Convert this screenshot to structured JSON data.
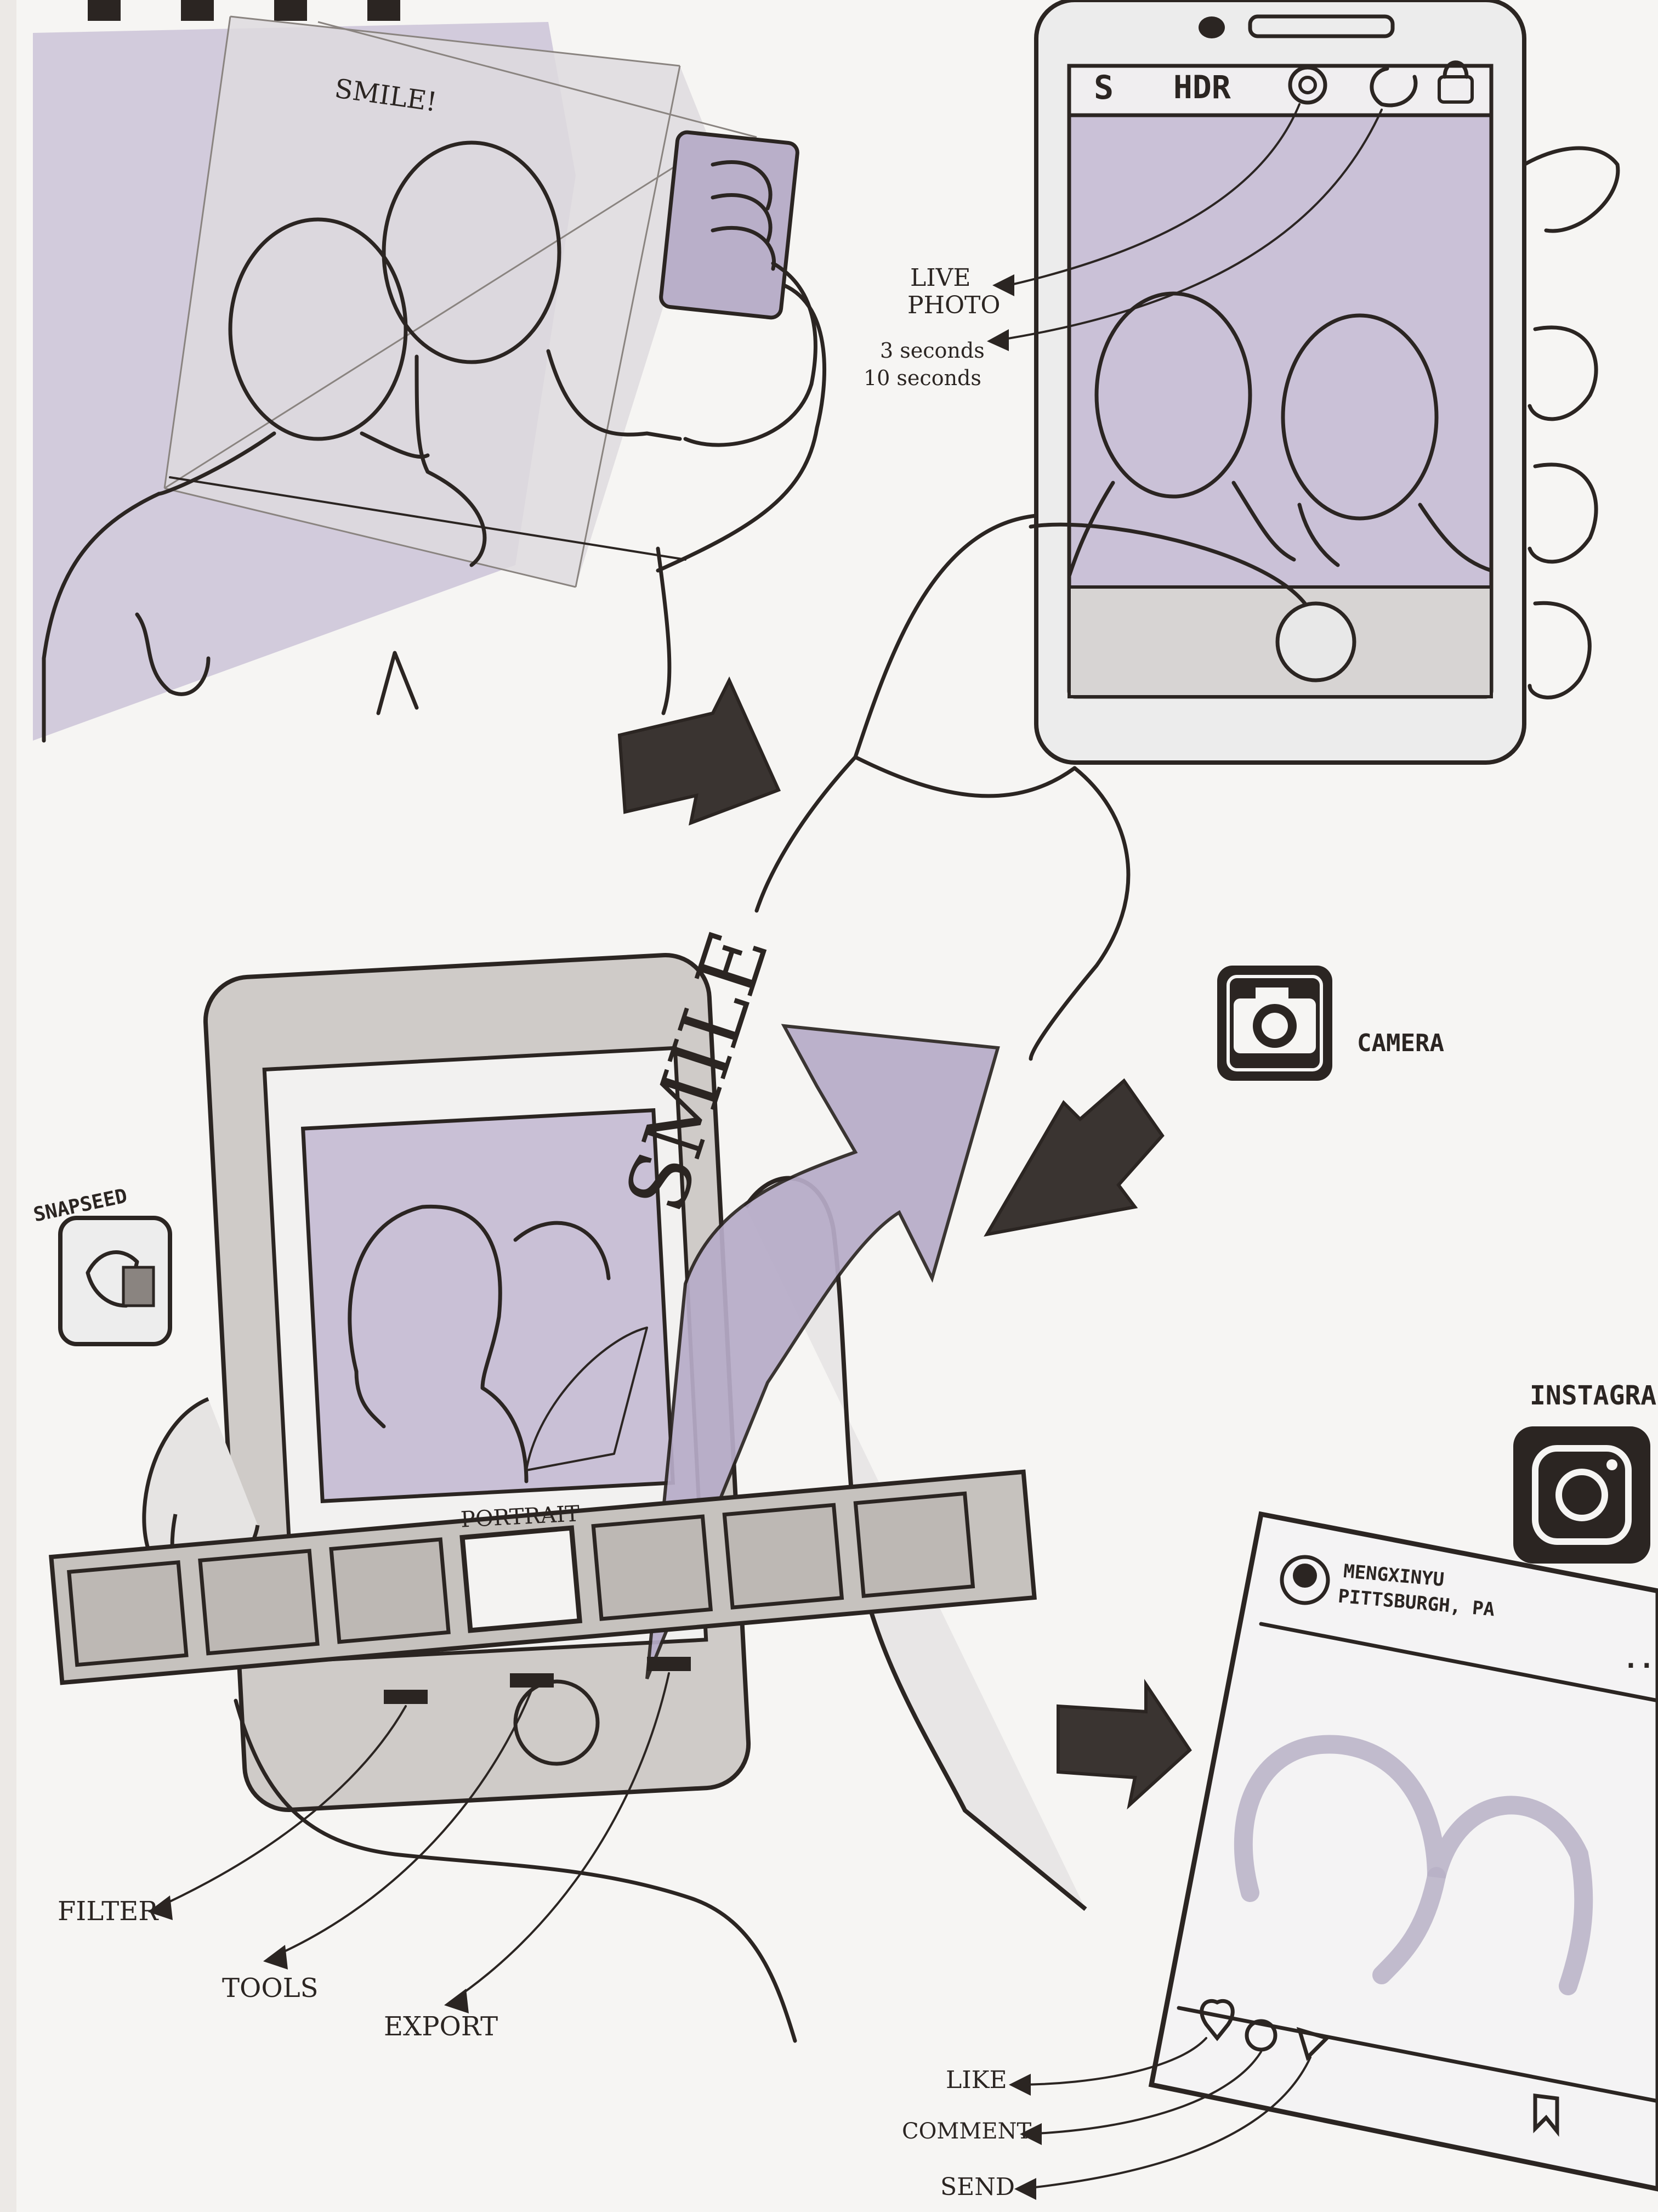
{
  "scene_selfie": {
    "caption": "SMILE!"
  },
  "camera_screen": {
    "top_bar": {
      "flash_glyph": "S",
      "hdr": "HDR"
    },
    "callout_live_photo": [
      "LIVE",
      "PHOTO"
    ],
    "callout_timer": [
      "3 seconds",
      "10 seconds"
    ]
  },
  "apps": {
    "camera": "CAMERA",
    "snapseed": "SNAPSEED",
    "instagram": "INSTAGRA"
  },
  "snapseed_screen": {
    "selected_filter": "PORTRAIT",
    "arrow_text": "SMILE",
    "callouts": [
      "FILTER",
      "TOOLS",
      "EXPORT"
    ]
  },
  "instagram_post": {
    "username": "MENGXINYU",
    "location": "PITTSBURGH, PA",
    "more": "...",
    "callouts": [
      "LIKE",
      "COMMENT",
      "SEND"
    ]
  },
  "colors": {
    "ink": "#2b2522",
    "wash": "#c9c0d6",
    "gray_wash": "#c8c4c0",
    "paper": "#f6f5f3"
  }
}
